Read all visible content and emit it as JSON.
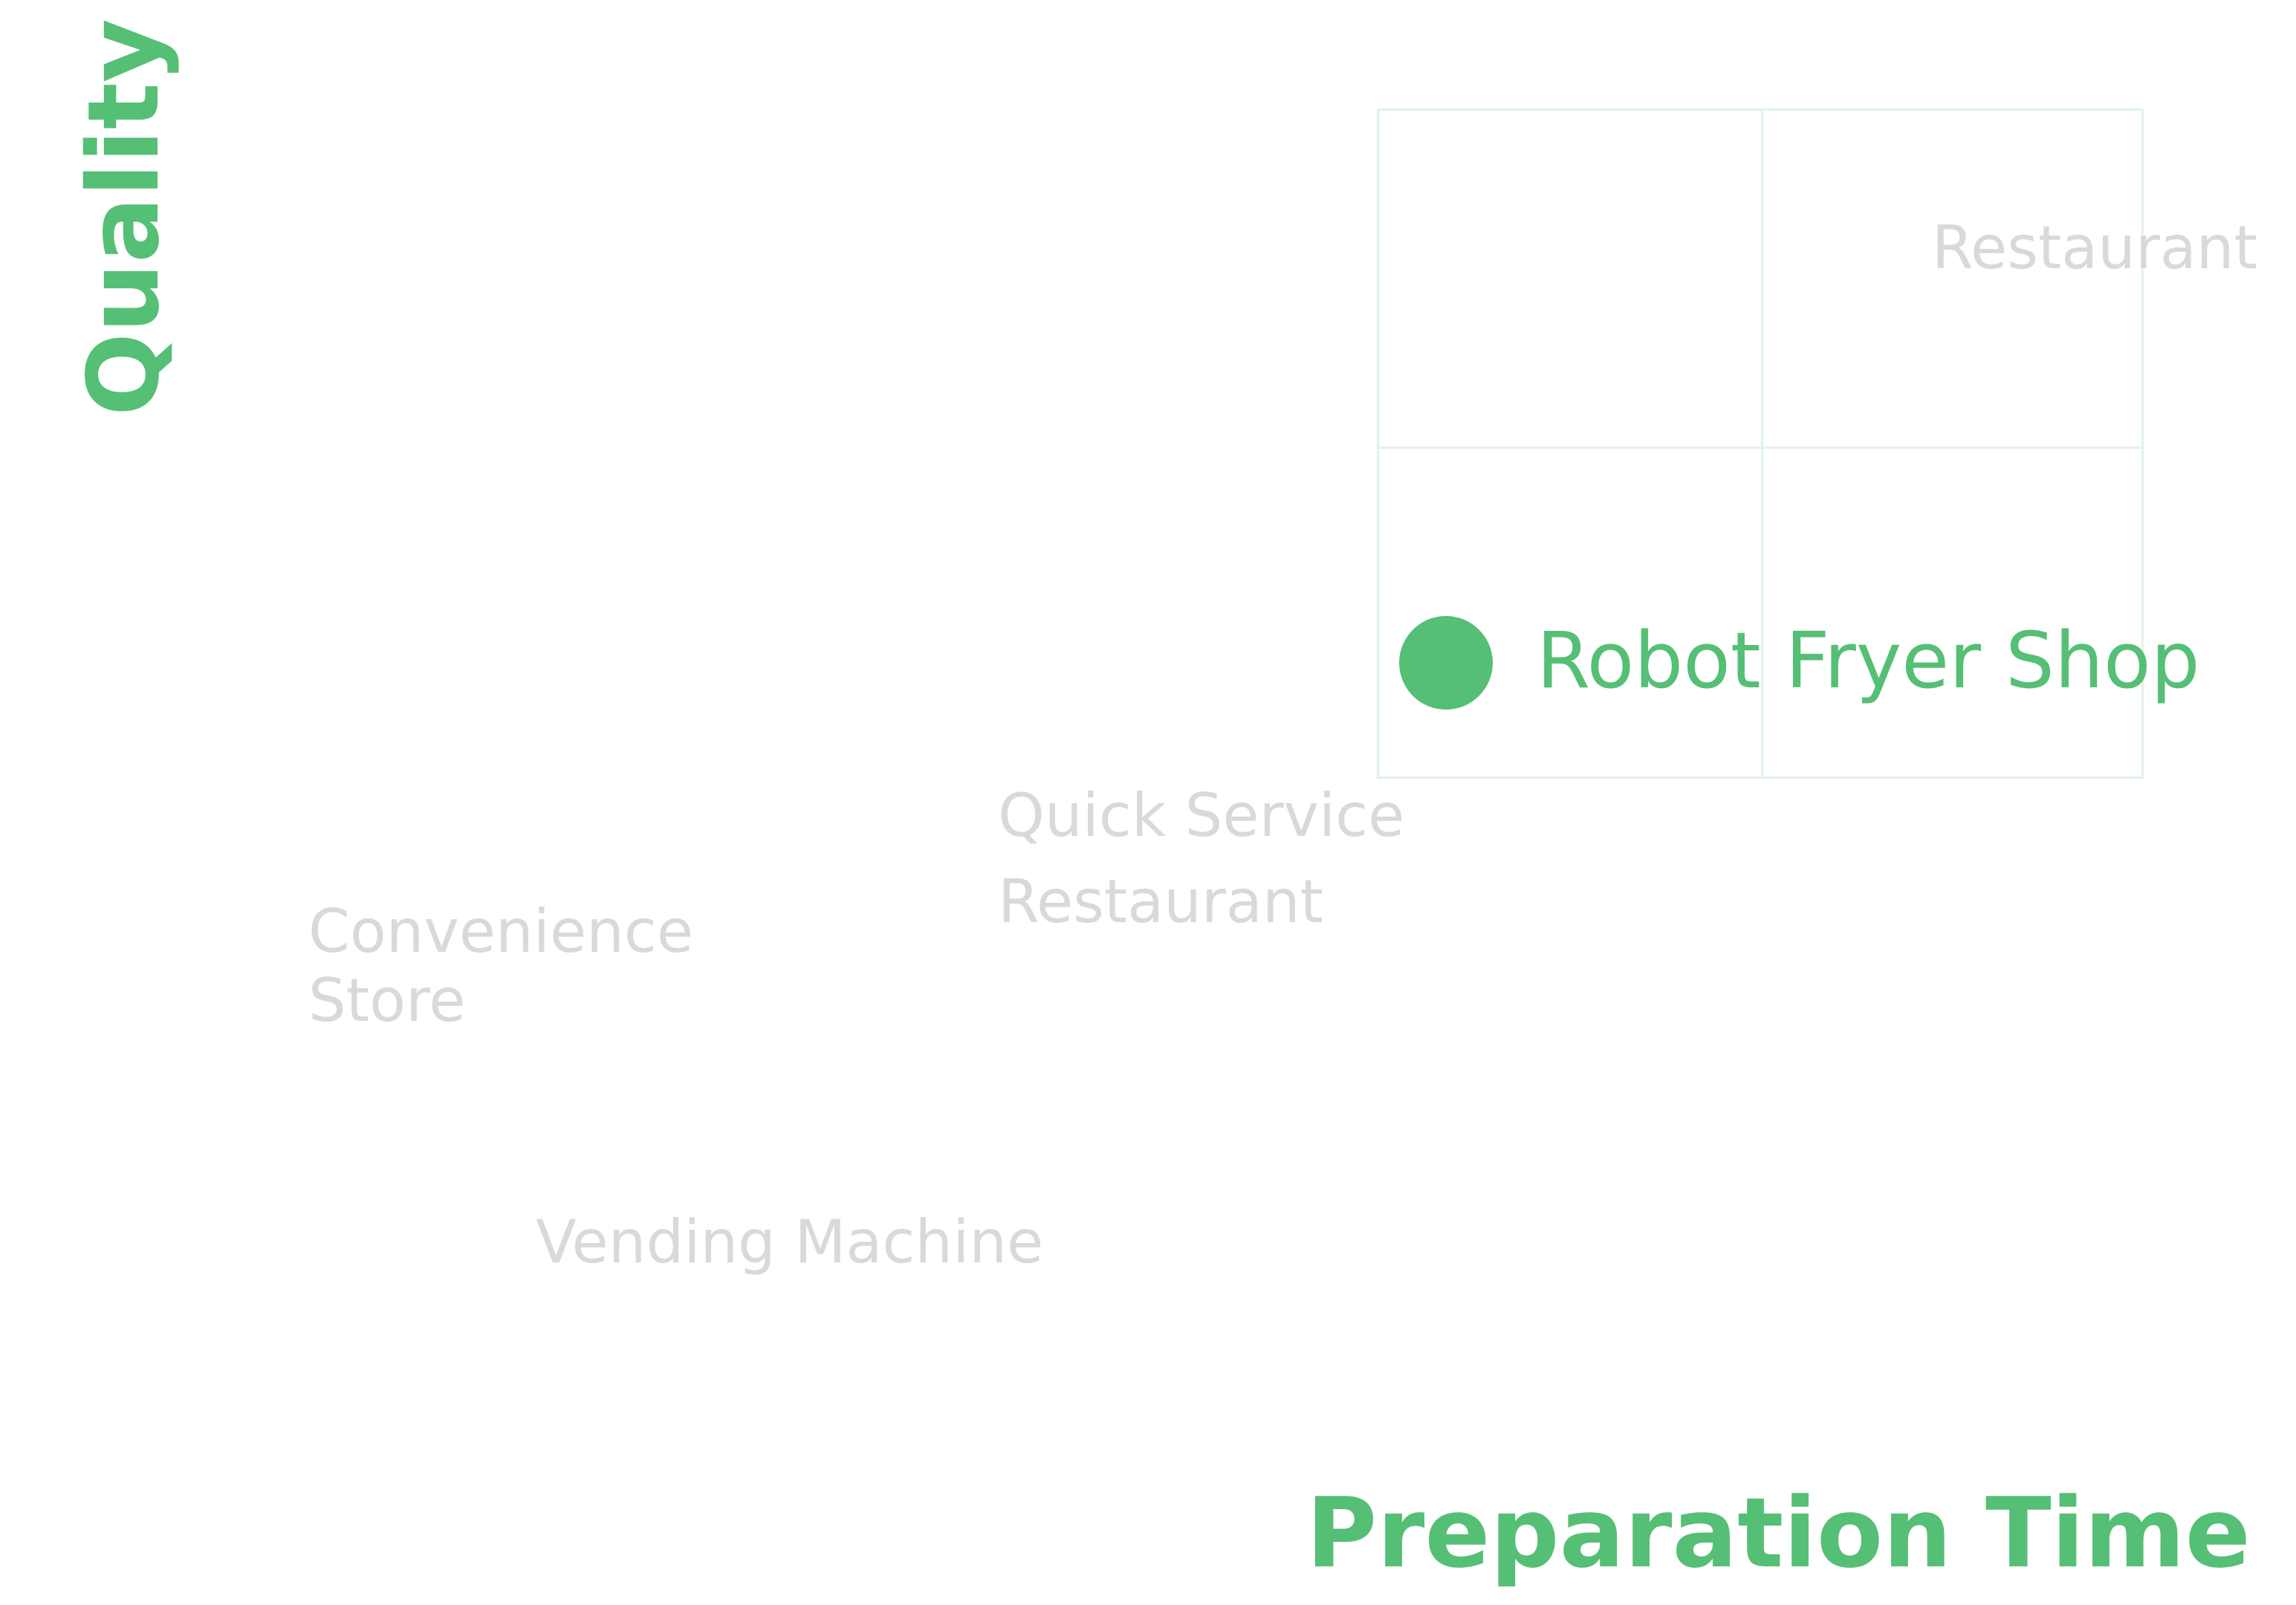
{
  "colors": {
    "accent": "#55bf75",
    "muted_text": "#d9d9d9",
    "grid_line": "#e2f2e8",
    "background": "#ffffff"
  },
  "axes": {
    "y_title": "Quality",
    "x_title": "Preparation Time"
  },
  "categories": [
    {
      "id": "restaurant",
      "lines": [
        "Restaurant"
      ]
    },
    {
      "id": "quick-service-restaurant",
      "lines": [
        "Quick Service",
        "Restaurant"
      ]
    },
    {
      "id": "convenience-store",
      "lines": [
        "Convenience",
        "Store"
      ]
    },
    {
      "id": "vending-machine",
      "lines": [
        "Vending Machine"
      ]
    }
  ],
  "highlight": {
    "label": "Robot Fryer Shop",
    "marker_icon": "dot-marker-icon"
  }
}
